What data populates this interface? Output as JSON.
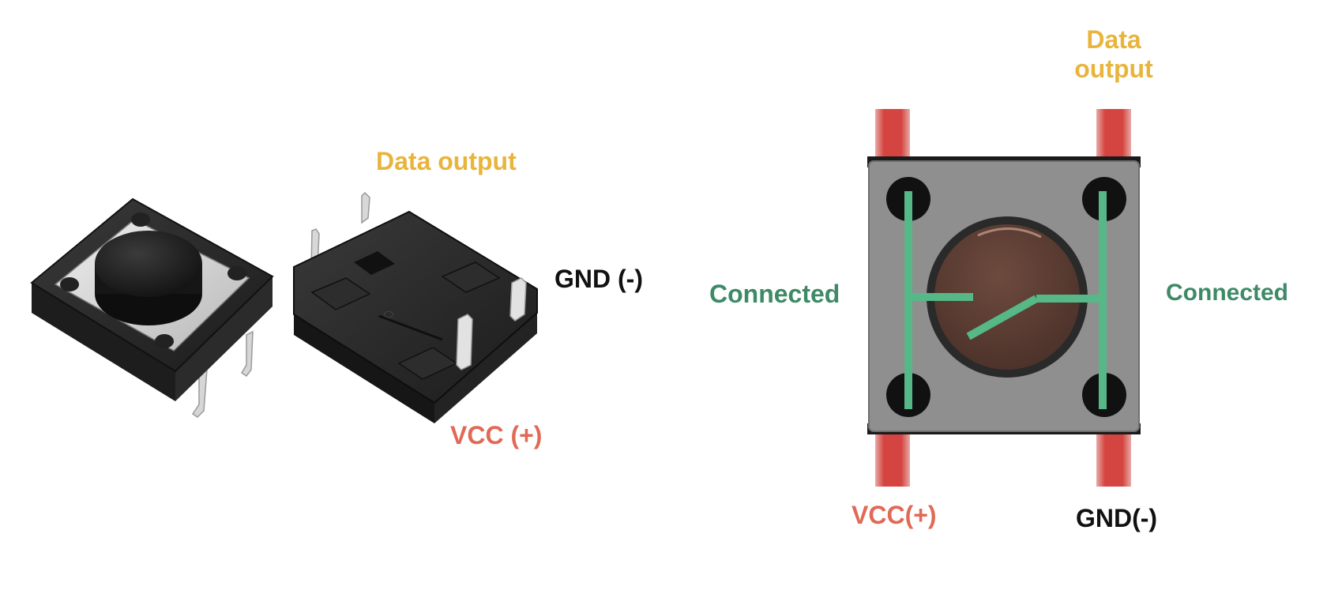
{
  "photo_labels": {
    "data_output": "Data output",
    "gnd": "GND (-)",
    "vcc": "VCC (+)"
  },
  "schematic_labels": {
    "data_output_line1": "Data",
    "data_output_line2": "output",
    "connected_left": "Connected",
    "connected_right": "Connected",
    "vcc": "VCC(+)",
    "gnd": "GND(-)"
  },
  "colors": {
    "data_output": "#E9B43C",
    "vcc": "#E06A55",
    "gnd": "#111111",
    "connected": "#3E8A66",
    "trace": "#56B887",
    "pin": "#D9413E",
    "body": "#8F8F8F",
    "button": "#5E3F35"
  }
}
